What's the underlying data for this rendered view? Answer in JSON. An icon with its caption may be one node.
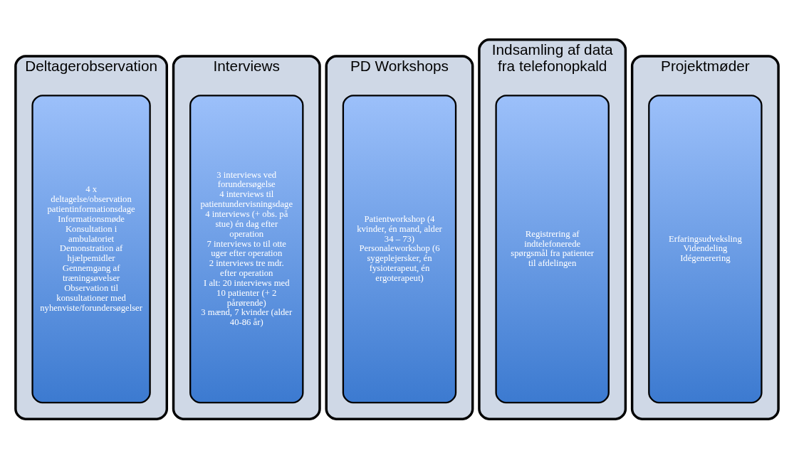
{
  "diagram": {
    "nodes": [
      {
        "text": [
          "Deltagerobservation"
        ]
      },
      {
        "text": [
          "4 x deltagelse/observation patientinformationsdage",
          "Informationsmøde",
          "Konsultation i ambulatoriet",
          "Demonstration af hjælpemidler",
          "Gennemgang af træningsøvelser",
          "Observation til konsultationer med nyhenviste/forundersøgelser"
        ],
        "in": 0
      },
      {
        "text": [
          "Interviews"
        ]
      },
      {
        "text": [
          "3 interviews ved forundersøgelse",
          "4 interviews til patientundervisningsdage",
          "4 interviews (+ obs. på stue) én dag efter operation",
          "7 interviews to til otte uger efter operation",
          "2 interviews tre mdr. efter operation",
          "I alt: 20 interviews med 10 patienter (+ 2 pårørende)",
          "3 mænd, 7 kvinder (alder 40-86 år)"
        ],
        "in": 2
      },
      {
        "text": [
          "PD Workshops"
        ]
      },
      {
        "text": [
          "Patientworkshop (4 kvinder, én mand, alder 34 – 73)",
          "Personaleworkshop (6 sygeplejersker, én fysioterapeut, én ergoterapeut)"
        ],
        "in": 4
      },
      {
        "text": [
          "Indsamling af data fra telefonopkald"
        ]
      },
      {
        "text": [
          "Registrering af indtelefonerede spørgsmål fra patienter til afdelingen"
        ],
        "in": 6
      },
      {
        "text": [
          "Projektmøder"
        ]
      },
      {
        "text": [
          "Erfaringsudveksling",
          "Videndeling",
          "Idégenerering"
        ],
        "in": 8
      }
    ],
    "edges": []
  }
}
